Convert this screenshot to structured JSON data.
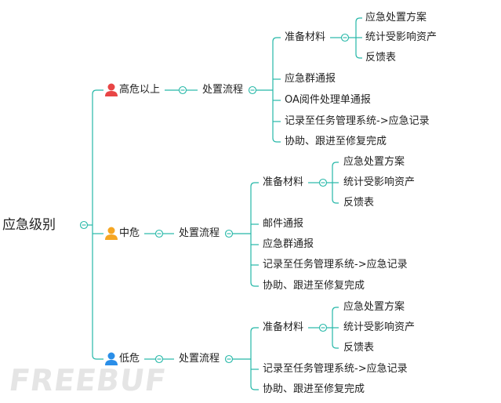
{
  "root": "应急级别",
  "watermark": "FREEBUF",
  "colors": {
    "line": "#26b8a8",
    "text": "#1f1f1f",
    "icon_high": "#e84545",
    "icon_mid": "#f5a623",
    "icon_low": "#2a8ee8"
  },
  "levels": [
    {
      "name": "高危以上",
      "icon": "person-icon-red",
      "process": "处置流程",
      "prepare": "准备材料",
      "materials": [
        "应急处置方案",
        "统计受影响资产",
        "反馈表"
      ],
      "steps": [
        "应急群通报",
        "OA阅件处理单通报",
        "记录至任务管理系统->应急记录",
        "协助、跟进至修复完成"
      ]
    },
    {
      "name": "中危",
      "icon": "person-icon-orange",
      "process": "处置流程",
      "prepare": "准备材料",
      "materials": [
        "应急处置方案",
        "统计受影响资产",
        "反馈表"
      ],
      "steps": [
        "邮件通报",
        "应急群通报",
        "记录至任务管理系统->应急记录",
        "协助、跟进至修复完成"
      ]
    },
    {
      "name": "低危",
      "icon": "person-icon-blue",
      "process": "处置流程",
      "prepare": "准备材料",
      "materials": [
        "应急处置方案",
        "统计受影响资产",
        "反馈表"
      ],
      "steps": [
        "记录至任务管理系统->应急记录",
        "协助、跟进至修复完成"
      ]
    }
  ]
}
